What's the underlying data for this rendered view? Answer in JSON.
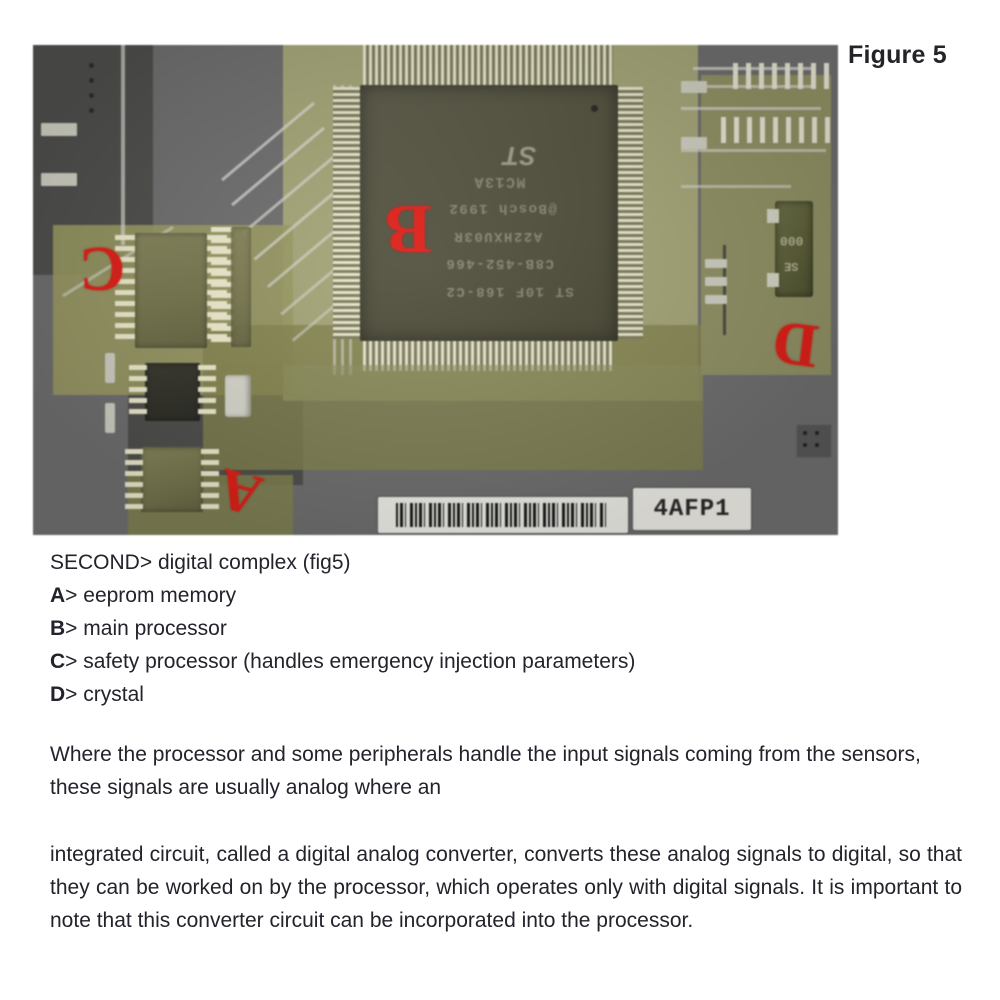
{
  "figure": {
    "label": "Figure 5"
  },
  "photo": {
    "alt_name": "ecu-digital-complex-pcb-photo",
    "annotations": [
      {
        "letter": "A",
        "meaning": "eeprom memory"
      },
      {
        "letter": "B",
        "meaning": "main processor"
      },
      {
        "letter": "C",
        "meaning": "safety processor"
      },
      {
        "letter": "D",
        "meaning": "crystal"
      }
    ],
    "chip_markings": {
      "st_logo": "ST",
      "line1": "MC13A",
      "line2": "@Bosch 1992",
      "line3": "A22HXU03R",
      "line4": "C8B-452-466",
      "line5": "ST 10F 168-C2"
    },
    "crystal_markings": {
      "line1": "000",
      "line2": "SE"
    },
    "labels": {
      "barcode_code": "4AFP1"
    }
  },
  "caption": {
    "lines": [
      {
        "prefix": "",
        "text": "SECOND> digital complex (fig5)"
      },
      {
        "prefix": "A",
        "text": "> eeprom memory"
      },
      {
        "prefix": "B",
        "text": "> main processor"
      },
      {
        "prefix": "C",
        "text": "> safety processor (handles emergency injection parameters)"
      },
      {
        "prefix": "D",
        "text": "> crystal"
      }
    ]
  },
  "body": {
    "paragraph1": "Where the processor and some peripherals handle the input signals coming from the sensors, these signals are usually analog where an",
    "paragraph2": "integrated circuit, called a digital analog converter, converts these analog signals to digital, so that they can be worked on by the processor, which operates only with digital signals. It is important to note that this converter circuit can be incorporated into the processor."
  },
  "colors": {
    "red_annotation": "#e01f18",
    "board_gray": "#6f6f70",
    "board_olive": "#9a9a63",
    "text": "#23232c",
    "page_background": "#ffffff"
  }
}
